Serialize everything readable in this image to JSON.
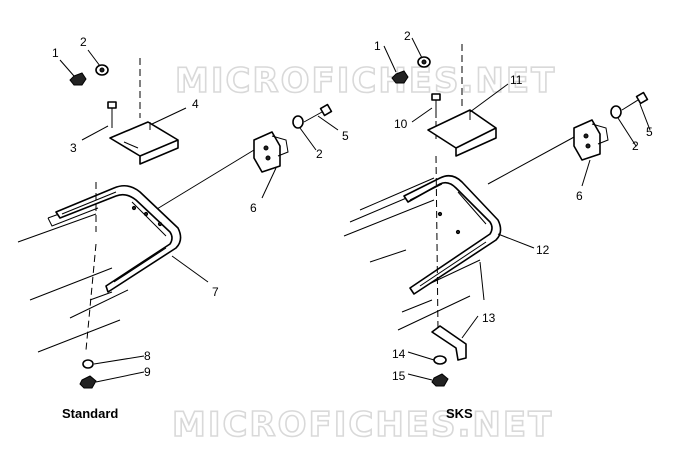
{
  "watermark": {
    "text_top": "MICROFICHES.NET",
    "text_bottom": "MICROFICHES.NET"
  },
  "captions": {
    "left": "Standard",
    "right": "SKS"
  },
  "callouts_left": [
    "1",
    "2",
    "3",
    "4",
    "5",
    "2",
    "6",
    "7",
    "8",
    "9"
  ],
  "callouts_right": [
    "1",
    "2",
    "11",
    "10",
    "5",
    "2",
    "6",
    "12",
    "13",
    "14",
    "15"
  ],
  "colors": {
    "line": "#000000",
    "background": "#ffffff",
    "watermark": "#d9d9d9"
  }
}
